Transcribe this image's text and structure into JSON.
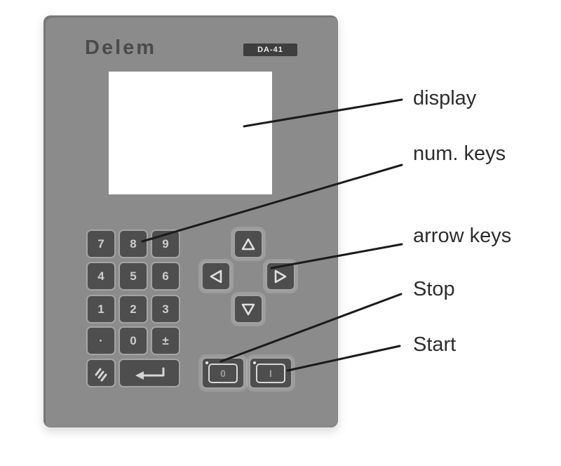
{
  "device": {
    "brand": "Delem",
    "model_badge": "DA-41"
  },
  "keypad": {
    "keys": [
      {
        "label": "7"
      },
      {
        "label": "8"
      },
      {
        "label": "9"
      },
      {
        "label": "4"
      },
      {
        "label": "5"
      },
      {
        "label": "6"
      },
      {
        "label": "1"
      },
      {
        "label": "2"
      },
      {
        "label": "3"
      },
      {
        "label": "·"
      },
      {
        "label": "0"
      },
      {
        "label": "±"
      }
    ],
    "clear_key_icon": "clear-diagonal-lines-icon",
    "enter_key_icon": "enter-return-arrow-icon"
  },
  "arrow_keys": {
    "icons": [
      "up-triangle-icon",
      "left-triangle-icon",
      "right-triangle-icon",
      "down-triangle-icon"
    ]
  },
  "stop_key": {
    "symbol": "0",
    "led": "led-dot"
  },
  "start_key": {
    "symbol": "I",
    "led": "led-dot"
  },
  "annotations": {
    "display": "display",
    "num_keys": "num. keys",
    "arrow_keys": "arrow keys",
    "stop": "Stop",
    "start": "Start"
  },
  "colors": {
    "panel": "#8b8b8b",
    "key": "#4e4e4e",
    "key_border": "#a4a4a4",
    "key_text": "#cdcdcd",
    "display": "#ffffff",
    "badge_bg": "#3e3e3e",
    "badge_text": "#ececec",
    "brand_text": "#4b4b4b",
    "annotation_text": "#2d2d2d",
    "leader_line": "#1b1b1b"
  }
}
